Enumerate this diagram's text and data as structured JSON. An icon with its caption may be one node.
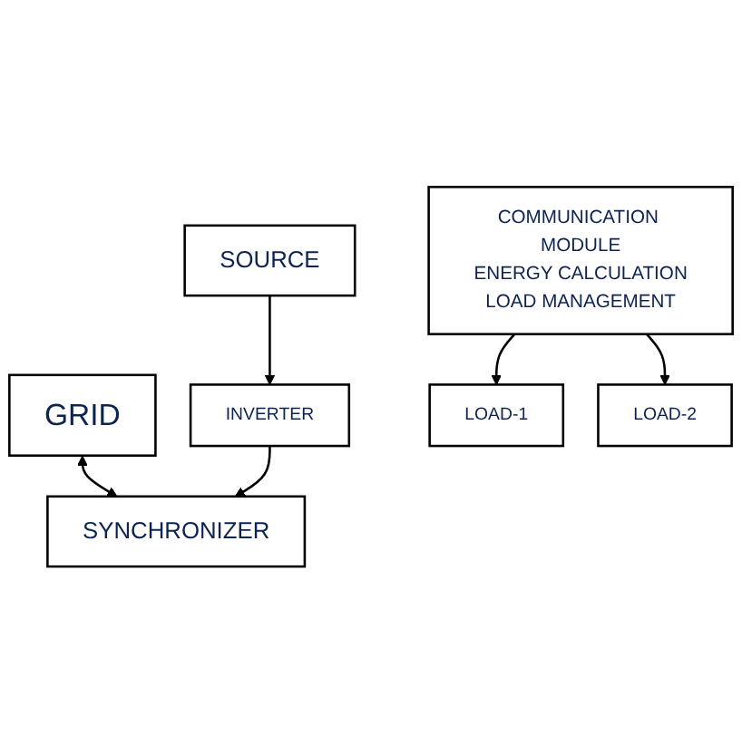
{
  "diagram": {
    "nodes": [
      {
        "text": [
          "GRID"
        ]
      },
      {
        "text": [
          "SYNCHRONIZER"
        ]
      },
      {
        "text": [
          "COMMUNICATION MODULE",
          "ENERGY CALCULATION",
          "LOAD MANAGEMENT"
        ]
      },
      {
        "text": [
          "INVERTER"
        ]
      },
      {
        "text": [
          "SOURCE"
        ]
      },
      {
        "text": [
          "LOAD-1"
        ]
      },
      {
        "text": [
          "LOAD-2"
        ]
      }
    ],
    "edges": [
      {
        "from": 0,
        "to": 1,
        "arrow": "both"
      },
      {
        "from": 4,
        "to": 3,
        "arrow": "to"
      },
      {
        "from": 3,
        "to": 1,
        "arrow": "to"
      },
      {
        "from": 2,
        "to": 5,
        "arrow": "to"
      },
      {
        "from": 2,
        "to": 6,
        "arrow": "to"
      }
    ]
  }
}
